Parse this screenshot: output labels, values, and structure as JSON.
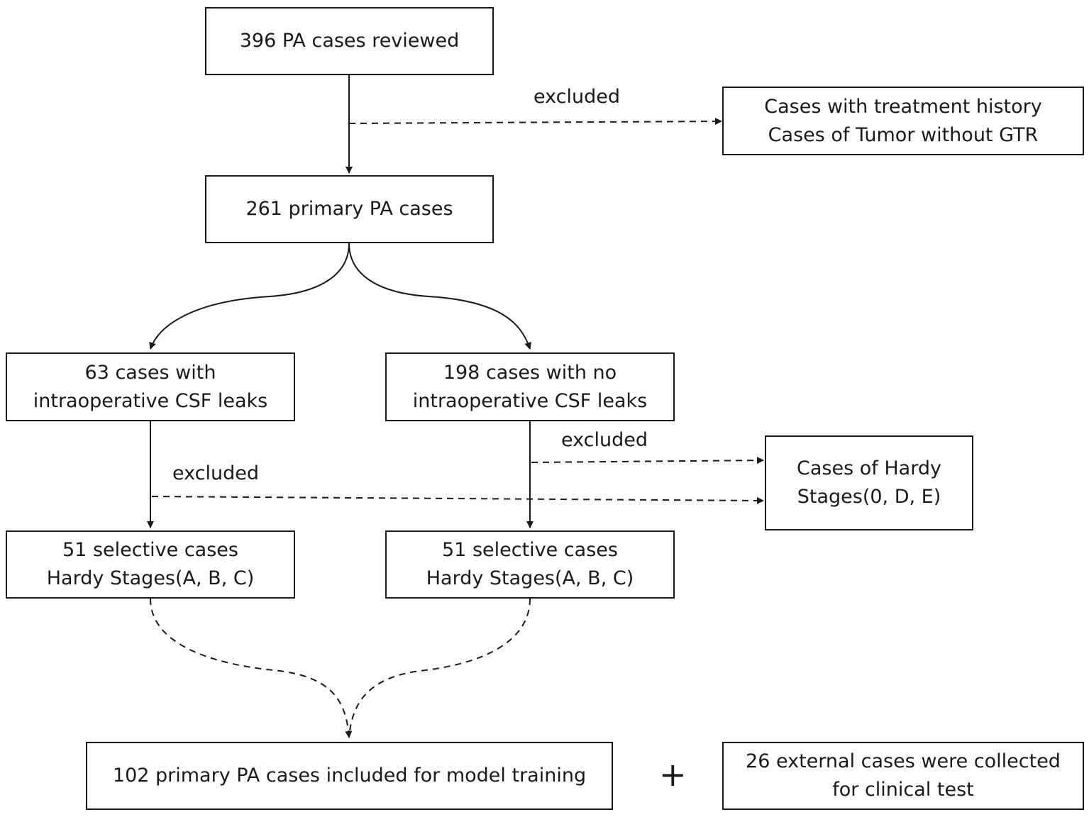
{
  "nodes": {
    "reviewed": {
      "lines": [
        "396 PA cases reviewed"
      ]
    },
    "excluded_history": {
      "lines": [
        "Cases with treatment history",
        "Cases of Tumor without GTR"
      ]
    },
    "primary": {
      "lines": [
        "261 primary PA cases"
      ]
    },
    "csf_leak": {
      "lines": [
        "63 cases with",
        "intraoperative CSF leaks"
      ]
    },
    "no_csf_leak": {
      "lines": [
        "198 cases with no",
        "intraoperative CSF leaks"
      ]
    },
    "hardy_excluded": {
      "lines": [
        "Cases of Hardy",
        "Stages(0, D, E)"
      ]
    },
    "selective_left": {
      "lines": [
        "51 selective cases",
        "Hardy Stages(A, B, C)"
      ]
    },
    "selective_right": {
      "lines": [
        "51 selective cases",
        "Hardy Stages(A, B, C)"
      ]
    },
    "training": {
      "lines": [
        "102 primary PA cases included for model training"
      ]
    },
    "external": {
      "lines": [
        "26 external cases were collected",
        "for clinical test"
      ]
    }
  },
  "edge_labels": {
    "excluded_top": "excluded",
    "excluded_right": "excluded",
    "excluded_left": "excluded"
  },
  "plus_sign": "+"
}
